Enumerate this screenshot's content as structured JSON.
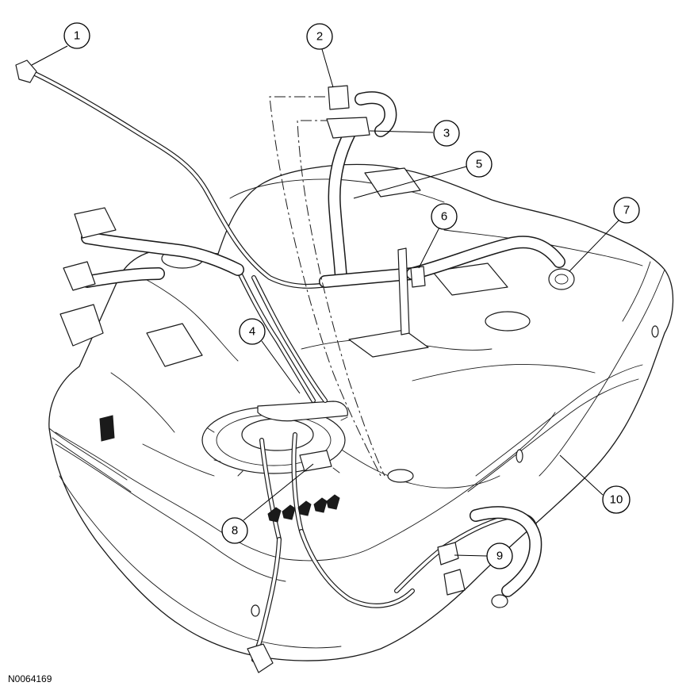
{
  "figure_id": "N0064169",
  "callouts": [
    {
      "id": "callout-1",
      "label": "1"
    },
    {
      "id": "callout-2",
      "label": "2"
    },
    {
      "id": "callout-3",
      "label": "3"
    },
    {
      "id": "callout-4",
      "label": "4"
    },
    {
      "id": "callout-5",
      "label": "5"
    },
    {
      "id": "callout-6",
      "label": "6"
    },
    {
      "id": "callout-7",
      "label": "7"
    },
    {
      "id": "callout-8",
      "label": "8"
    },
    {
      "id": "callout-9",
      "label": "9"
    },
    {
      "id": "callout-10",
      "label": "10"
    }
  ]
}
